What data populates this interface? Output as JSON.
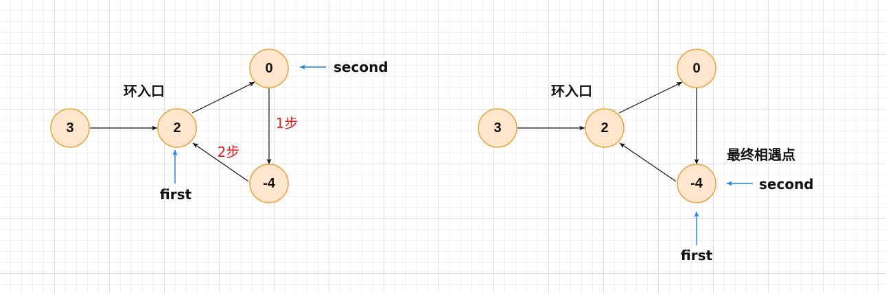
{
  "left": {
    "nodes": {
      "n3": "3",
      "n2": "2",
      "n0": "0",
      "nm4": "-4"
    },
    "entry_label": "环入口",
    "step_1": "1步",
    "step_2": "2步",
    "first_label": "first",
    "second_label": "second"
  },
  "right": {
    "nodes": {
      "n3": "3",
      "n2": "2",
      "n0": "0",
      "nm4": "-4"
    },
    "entry_label": "环入口",
    "meet_label": "最终相遇点",
    "first_label": "first",
    "second_label": "second"
  },
  "colors": {
    "node_fill": "#ffe6cc",
    "node_stroke": "#e6a23c",
    "pointer": "#1a7fe0",
    "step_text": "#e02020"
  }
}
